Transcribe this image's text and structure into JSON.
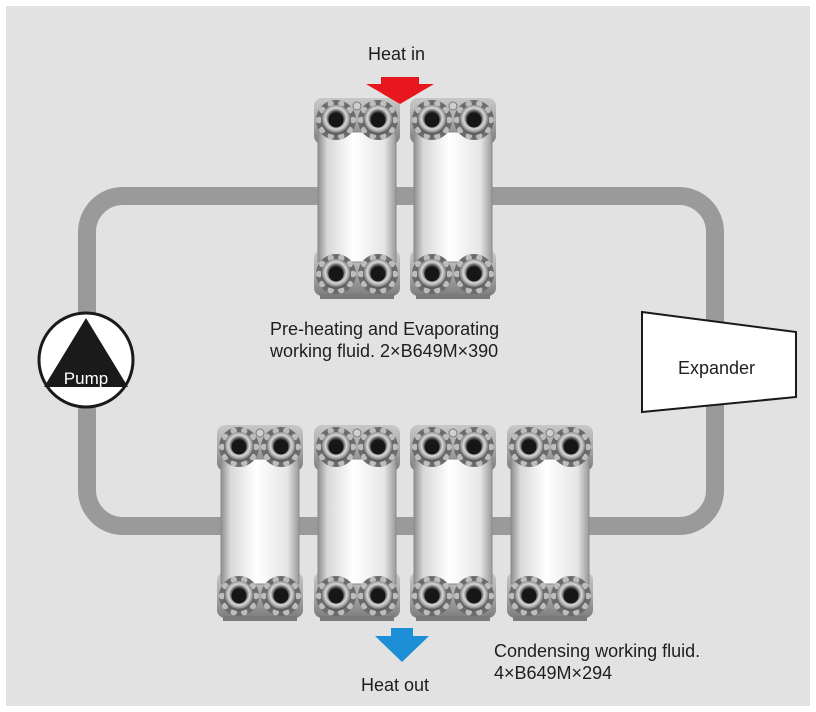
{
  "heat_in": "Heat in",
  "heat_out": "Heat out",
  "pump": "Pump",
  "expander": "Expander",
  "evaporator": {
    "line1": "Pre-heating and Evaporating",
    "line2": "working fluid. 2×B649M×390"
  },
  "condenser": {
    "line1": "Condensing working fluid.",
    "line2": "4×B649M×294"
  },
  "colors": {
    "background": "#e2e2e2",
    "pipe": "#9a9a9a",
    "heat_in_arrow": "#e8161e",
    "heat_out_arrow": "#1c8fd6",
    "pump_fill": "#1a1a1a"
  }
}
